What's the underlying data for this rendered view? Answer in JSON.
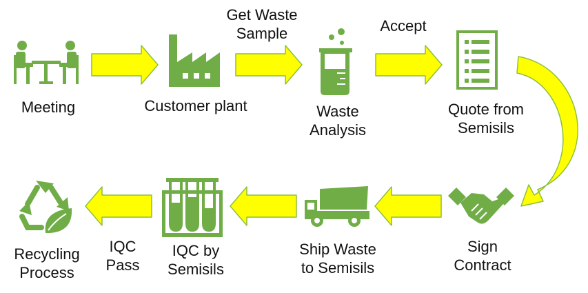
{
  "colors": {
    "icon_green": "#70AD47",
    "arrow_fill": "#FFFF00",
    "arrow_stroke": "#8CBF3F",
    "text": "#111111"
  },
  "steps": [
    {
      "icon": "meeting-icon",
      "label": [
        "Meeting"
      ]
    },
    {
      "icon": "factory-icon",
      "label": [
        "Customer plant"
      ]
    },
    {
      "icon": "beaker-icon",
      "label": [
        "Waste",
        "Analysis"
      ]
    },
    {
      "icon": "checklist-icon",
      "label": [
        "Quote from",
        "Semisils"
      ]
    },
    {
      "icon": "handshake-icon",
      "label": [
        "Sign",
        "Contract"
      ]
    },
    {
      "icon": "truck-icon",
      "label": [
        "Ship Waste",
        "to Semisils"
      ]
    },
    {
      "icon": "test-tubes-icon",
      "label": [
        "IQC by",
        "Semisils"
      ]
    },
    {
      "icon": "recycle-leaf-icon",
      "label": [
        "Recycling",
        "Process"
      ]
    }
  ],
  "transitions": [
    {
      "from": "Customer plant",
      "to": "Waste Analysis",
      "label": [
        "Get Waste",
        "Sample"
      ]
    },
    {
      "from": "Waste Analysis",
      "to": "Quote from Semisils",
      "label": [
        "Accept"
      ]
    },
    {
      "from": "IQC by Semisils",
      "to": "Recycling Process",
      "label": [
        "IQC",
        "Pass"
      ]
    }
  ]
}
